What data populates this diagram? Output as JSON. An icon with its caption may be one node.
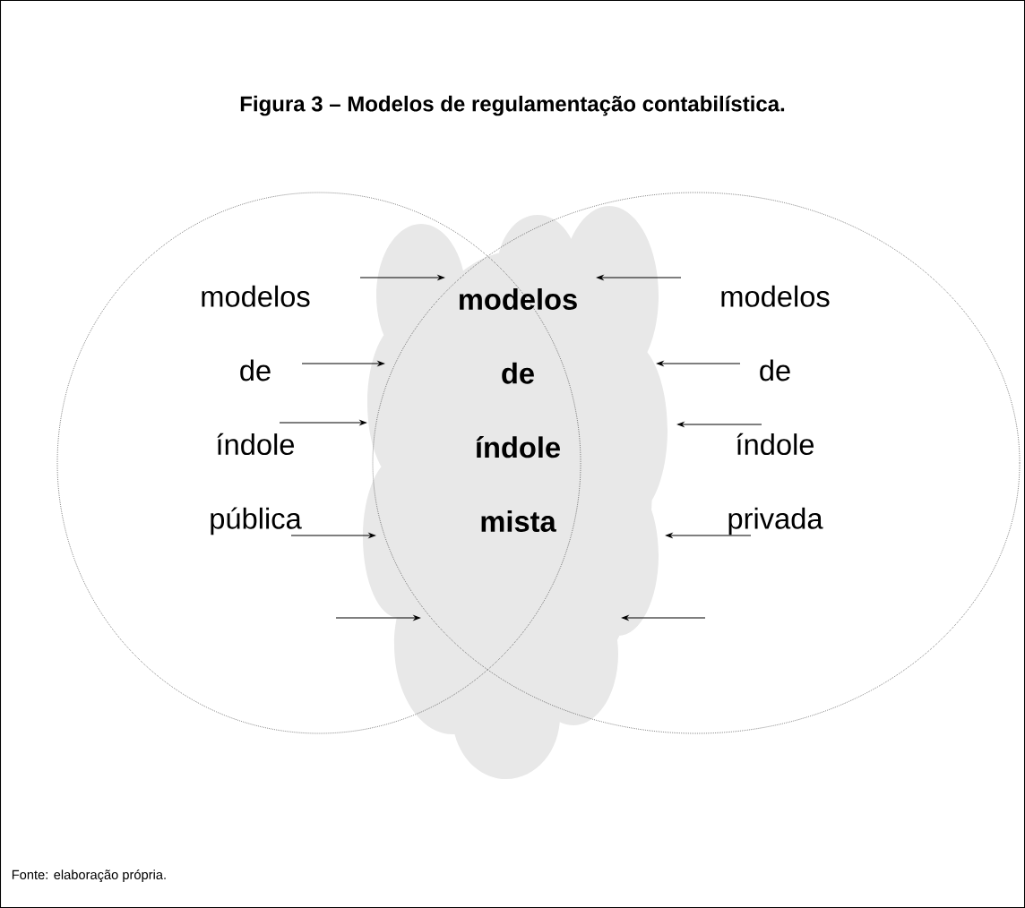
{
  "diagram": {
    "title": "Figura 3 – Modelos de regulamentação contabilística.",
    "caption": "Fonte: elaboração própria.",
    "nodes": [
      {
        "text": [
          "modelos de índole pública"
        ]
      },
      {
        "text": [
          "modelos de índole privada"
        ]
      },
      {
        "text": [
          "modelos de índole mista"
        ]
      }
    ],
    "edges": [
      {
        "from": 0,
        "to": 2,
        "arrow": "to"
      },
      {
        "from": 0,
        "to": 2,
        "arrow": "to"
      },
      {
        "from": 0,
        "to": 2,
        "arrow": "to"
      },
      {
        "from": 0,
        "to": 2,
        "arrow": "to"
      },
      {
        "from": 0,
        "to": 2,
        "arrow": "to"
      },
      {
        "from": 1,
        "to": 2,
        "arrow": "to"
      },
      {
        "from": 1,
        "to": 2,
        "arrow": "to"
      },
      {
        "from": 1,
        "to": 2,
        "arrow": "to"
      },
      {
        "from": 1,
        "to": 2,
        "arrow": "to"
      },
      {
        "from": 1,
        "to": 2,
        "arrow": "to"
      }
    ]
  }
}
